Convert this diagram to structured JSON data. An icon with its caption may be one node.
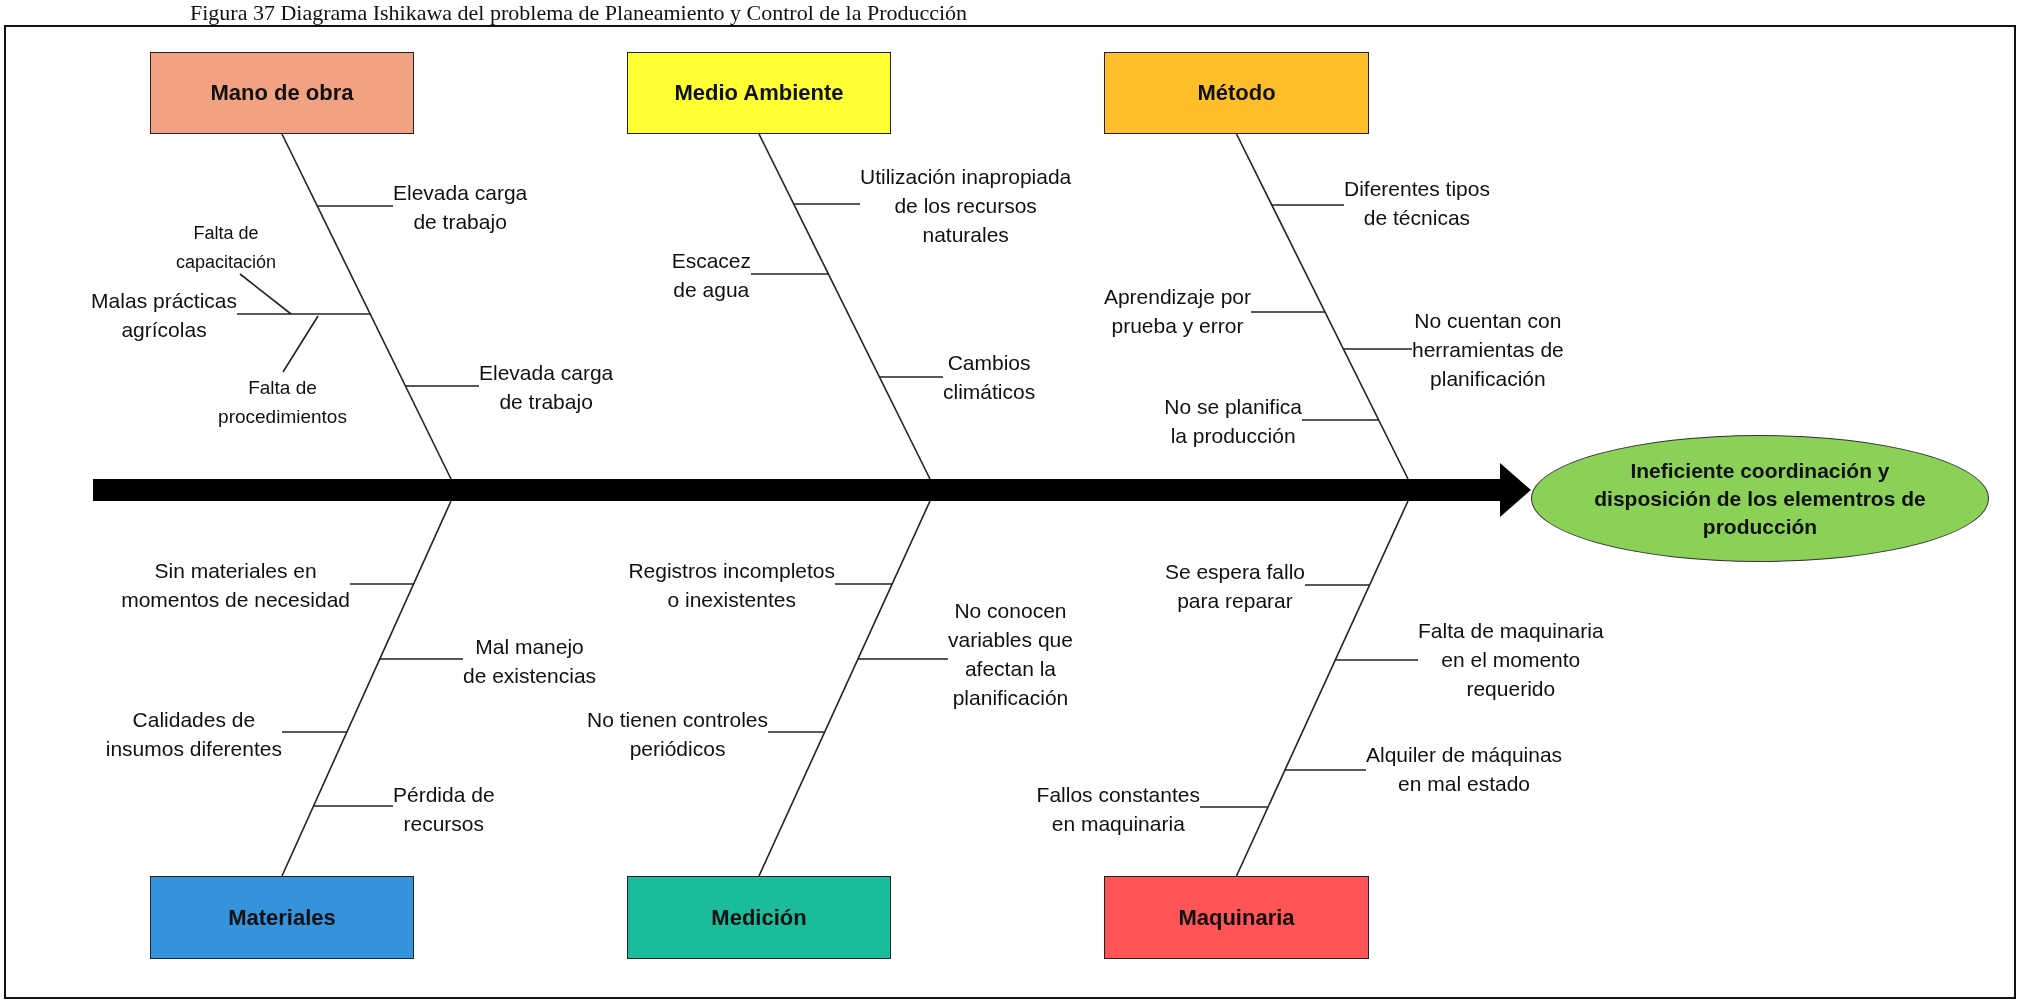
{
  "diagram": {
    "title": "Figura 37 Diagrama Ishikawa del problema de Planeamiento y Control de la Producción",
    "nodes": [
      {
        "text": [
          "Mano de obra"
        ]
      },
      {
        "text": [
          "Medio Ambiente"
        ]
      },
      {
        "text": [
          "Método"
        ]
      },
      {
        "text": [
          "Elevada carga de trabajo"
        ]
      },
      {
        "text": [
          "Falta de capacitación"
        ]
      },
      {
        "text": [
          "Malas prácticas agrícolas"
        ]
      },
      {
        "text": [
          "Falta de procedimientos"
        ]
      },
      {
        "text": [
          "Elevada carga de trabajo"
        ]
      },
      {
        "text": [
          "Utilización inapropiada de los recursos naturales"
        ]
      },
      {
        "text": [
          "Escacez de agua"
        ]
      },
      {
        "text": [
          "Cambios climáticos"
        ]
      },
      {
        "text": [
          "Diferentes tipos de técnicas"
        ]
      },
      {
        "text": [
          "Aprendizaje por prueba y error"
        ]
      },
      {
        "text": [
          "No cuentan con herramientas de planificación"
        ]
      },
      {
        "text": [
          "No se planifica la producción"
        ]
      },
      {
        "text": [
          "Ineficiente coordinación y disposición de los elementros de producción"
        ]
      },
      {
        "text": [
          "Materiales"
        ]
      },
      {
        "text": [
          "Medición"
        ]
      },
      {
        "text": [
          "Maquinaria"
        ]
      },
      {
        "text": [
          "Sin materiales en momentos de necesidad"
        ]
      },
      {
        "text": [
          "Mal manejo de existencias"
        ]
      },
      {
        "text": [
          "Calidades de insumos diferentes"
        ]
      },
      {
        "text": [
          "Pérdida de recursos"
        ]
      },
      {
        "text": [
          "Registros incompletos o inexistentes"
        ]
      },
      {
        "text": [
          "No conocen variables que afectan la planificación"
        ]
      },
      {
        "text": [
          "No tienen controles periódicos"
        ]
      },
      {
        "text": [
          "Se espera fallo para reparar"
        ]
      },
      {
        "text": [
          "Falta de maquinaria en el momento requerido"
        ]
      },
      {
        "text": [
          "Alquiler de máquinas en mal estado"
        ]
      },
      {
        "text": [
          "Fallos constantes en maquinaria"
        ]
      }
    ],
    "edges": [
      {
        "from": null,
        "to": 15,
        "arrow": "to",
        "style": "thick"
      },
      {
        "from": 0,
        "to": null,
        "arrow": "none"
      },
      {
        "from": 1,
        "to": null,
        "arrow": "none"
      },
      {
        "from": 2,
        "to": null,
        "arrow": "none"
      },
      {
        "from": 16,
        "to": null,
        "arrow": "none"
      },
      {
        "from": 17,
        "to": null,
        "arrow": "none"
      },
      {
        "from": 18,
        "to": null,
        "arrow": "none"
      },
      {
        "from": 3,
        "to": null,
        "arrow": "none"
      },
      {
        "from": 4,
        "to": null,
        "arrow": "none"
      },
      {
        "from": 5,
        "to": null,
        "arrow": "none"
      },
      {
        "from": 6,
        "to": null,
        "arrow": "none"
      },
      {
        "from": 7,
        "to": null,
        "arrow": "none"
      },
      {
        "from": 8,
        "to": null,
        "arrow": "none"
      },
      {
        "from": 9,
        "to": null,
        "arrow": "none"
      },
      {
        "from": 10,
        "to": null,
        "arrow": "none"
      },
      {
        "from": 11,
        "to": null,
        "arrow": "none"
      },
      {
        "from": 12,
        "to": null,
        "arrow": "none"
      },
      {
        "from": 13,
        "to": null,
        "arrow": "none"
      },
      {
        "from": 14,
        "to": null,
        "arrow": "none"
      },
      {
        "from": 19,
        "to": null,
        "arrow": "none"
      },
      {
        "from": 20,
        "to": null,
        "arrow": "none"
      },
      {
        "from": 21,
        "to": null,
        "arrow": "none"
      },
      {
        "from": 22,
        "to": null,
        "arrow": "none"
      },
      {
        "from": 23,
        "to": null,
        "arrow": "none"
      },
      {
        "from": 24,
        "to": null,
        "arrow": "none"
      },
      {
        "from": 25,
        "to": null,
        "arrow": "none"
      },
      {
        "from": 26,
        "to": null,
        "arrow": "none"
      },
      {
        "from": 27,
        "to": null,
        "arrow": "none"
      },
      {
        "from": 28,
        "to": null,
        "arrow": "none"
      },
      {
        "from": 29,
        "to": null,
        "arrow": "none"
      }
    ]
  }
}
